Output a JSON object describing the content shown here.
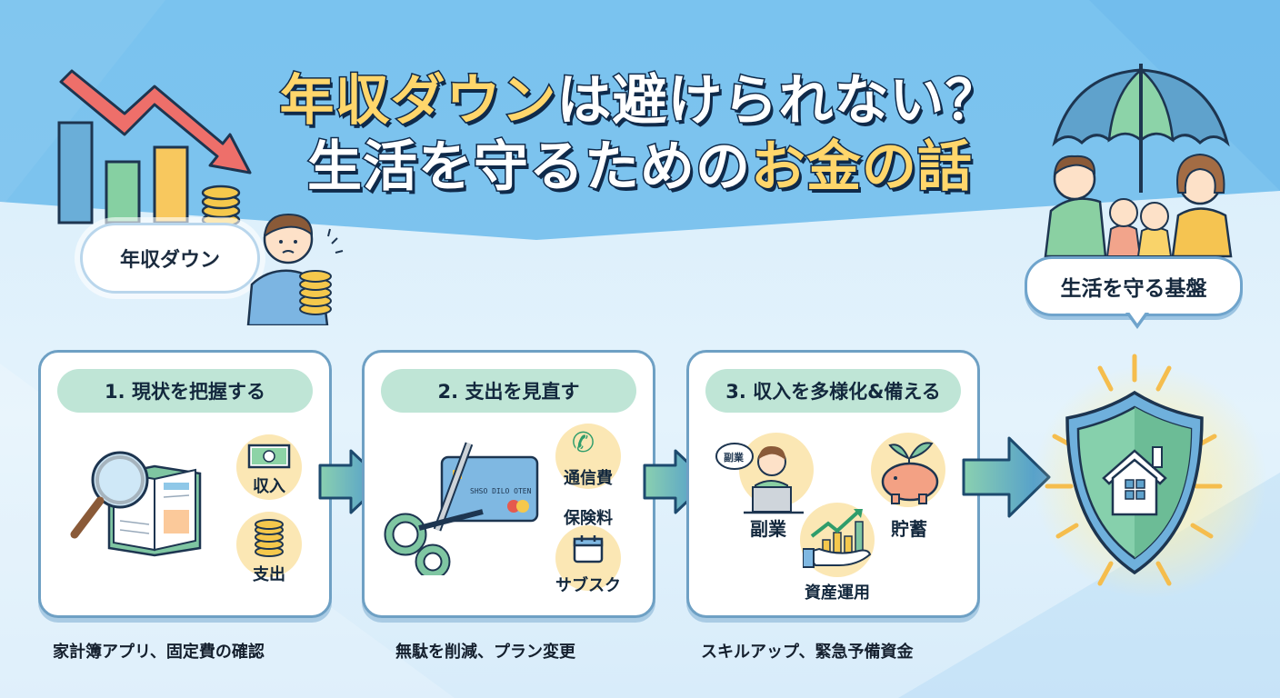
{
  "title": {
    "line1_highlight": "年収ダウン",
    "line1_rest": "は避けられない？",
    "line2_rest": "生活を守るための",
    "line2_highlight": "お金の話"
  },
  "left_illustration": {
    "cloud_label": "年収ダウン",
    "icons": [
      "declining-bar-chart",
      "down-arrow",
      "coin-stack",
      "worried-person"
    ]
  },
  "right_illustration": {
    "bubble_label": "生活を守る基盤",
    "icons": [
      "umbrella",
      "family"
    ]
  },
  "steps": [
    {
      "title": "1. 現状を把握する",
      "items": [
        {
          "label": "収入",
          "icon": "banknote-icon"
        },
        {
          "label": "支出",
          "icon": "coin-stack-icon"
        }
      ],
      "main_icon": "magnifier-ledger",
      "caption": "家計簿アプリ、固定費の確認"
    },
    {
      "title": "2. 支出を見直す",
      "items": [
        {
          "label": "通信費",
          "icon": "phone-icon"
        },
        {
          "label": "保険料",
          "icon": ""
        },
        {
          "label": "サブスク",
          "icon": "calendar-icon"
        }
      ],
      "main_icon": "scissors-credit-card",
      "card_text": "SHSO DILO OTEN",
      "caption": "無駄を削減、プラン変更"
    },
    {
      "title": "3. 収入を多様化&備える",
      "items": [
        {
          "label": "副業",
          "icon": "laptop-worker-icon",
          "bubble": "副業"
        },
        {
          "label": "貯蓄",
          "icon": "piggy-bank-icon"
        },
        {
          "label": "資産運用",
          "icon": "growth-chart-hand-icon"
        }
      ],
      "caption": "スキルアップ、緊急予備資金"
    }
  ],
  "result": {
    "icon": "shield-house-icon"
  },
  "colors": {
    "sky": "#7ac3ef",
    "title_yellow": "#ffd66b",
    "title_outline": "#0f2a4a",
    "pill_green": "#bfe5d6",
    "card_border": "#6ea0c4",
    "icon_circle": "#fbe7b4",
    "shield_green": "#7fcca8",
    "arrow_red": "#ee6f6a"
  }
}
